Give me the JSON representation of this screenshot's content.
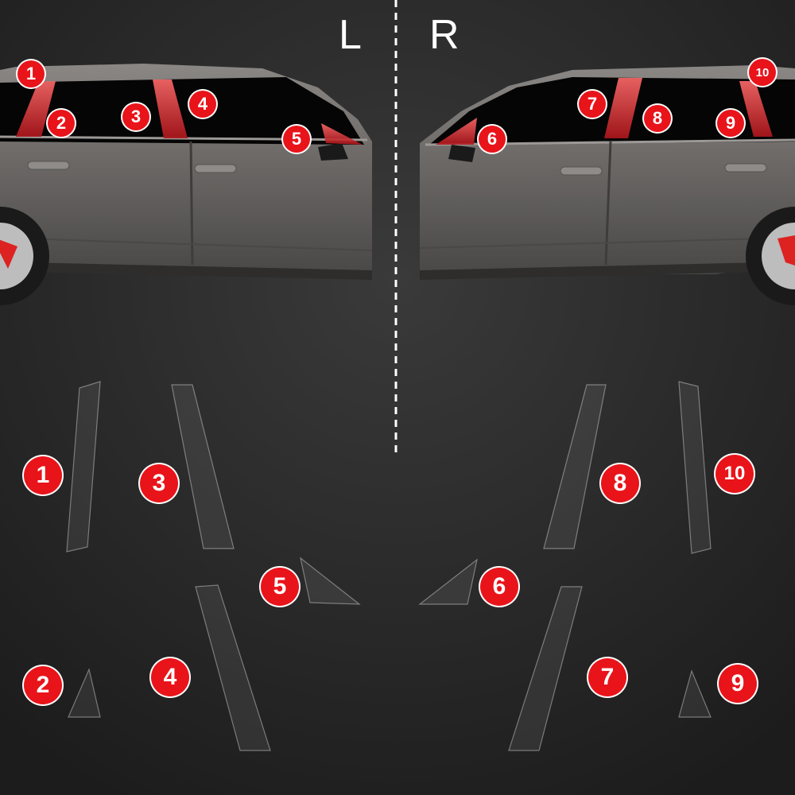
{
  "sides": {
    "left": "L",
    "right": "R"
  },
  "car_labels": [
    {
      "n": "1"
    },
    {
      "n": "2"
    },
    {
      "n": "3"
    },
    {
      "n": "4"
    },
    {
      "n": "5"
    },
    {
      "n": "6"
    },
    {
      "n": "7"
    },
    {
      "n": "8"
    },
    {
      "n": "9"
    },
    {
      "n": "10"
    }
  ],
  "piece_labels": [
    {
      "n": "1"
    },
    {
      "n": "3"
    },
    {
      "n": "5"
    },
    {
      "n": "2"
    },
    {
      "n": "4"
    },
    {
      "n": "8"
    },
    {
      "n": "10"
    },
    {
      "n": "6"
    },
    {
      "n": "7"
    },
    {
      "n": "9"
    }
  ],
  "colors": {
    "accent": "#e8141a",
    "background": "#2b2b2b",
    "car_body": "#6e6b69",
    "glass": "#050505",
    "film": "#9a9a9a"
  }
}
